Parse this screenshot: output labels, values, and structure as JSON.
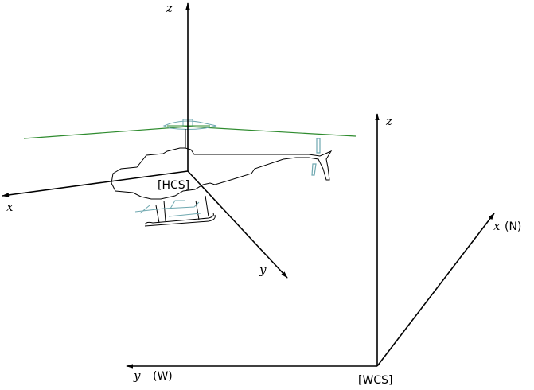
{
  "colors": {
    "axis": "#000000",
    "rotor": "#2e8b2e",
    "detail": "#6fa8b0",
    "outline": "#000000",
    "background": "#ffffff"
  },
  "hcs": {
    "label": "[HCS]",
    "x_label": "x",
    "y_label": "y",
    "z_label": "z"
  },
  "wcs": {
    "label": "[WCS]",
    "x_label": "x",
    "x_direction": "(N)",
    "y_label": "y",
    "y_direction": "(W)",
    "z_label": "z"
  }
}
